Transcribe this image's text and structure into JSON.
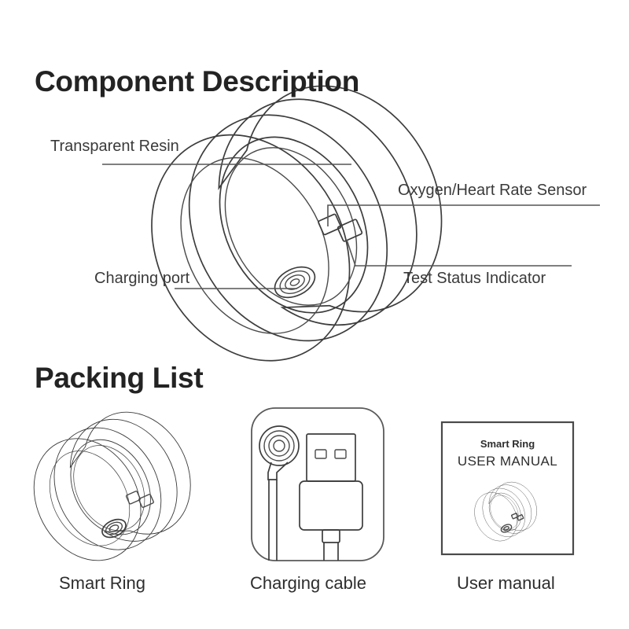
{
  "document": {
    "background_color": "#ffffff",
    "line_color": "#3d3d3d",
    "text_color": "#2e2e2e"
  },
  "sections": {
    "component_description": {
      "heading": "Component Description",
      "callouts": [
        {
          "id": "transparent-resin",
          "label": "Transparent Resin"
        },
        {
          "id": "oxygen-heart-rate",
          "label": "Oxygen/Heart Rate Sensor"
        },
        {
          "id": "charging-port",
          "label": "Charging port"
        },
        {
          "id": "test-status",
          "label": "Test Status Indicator"
        }
      ]
    },
    "packing_list": {
      "heading": "Packing List",
      "items": [
        {
          "id": "smart-ring",
          "caption": "Smart Ring"
        },
        {
          "id": "charging-cable",
          "caption": "Charging cable"
        },
        {
          "id": "user-manual",
          "caption": "User manual"
        }
      ],
      "manual_cover": {
        "title": "Smart Ring",
        "subtitle": "USER MANUAL"
      }
    }
  },
  "icons": {
    "ring": "smart-ring-illustration",
    "cable": "charging-cable-illustration",
    "manual": "user-manual-illustration",
    "sensor": "sensor-contact-rect",
    "port": "charging-port-circle"
  }
}
